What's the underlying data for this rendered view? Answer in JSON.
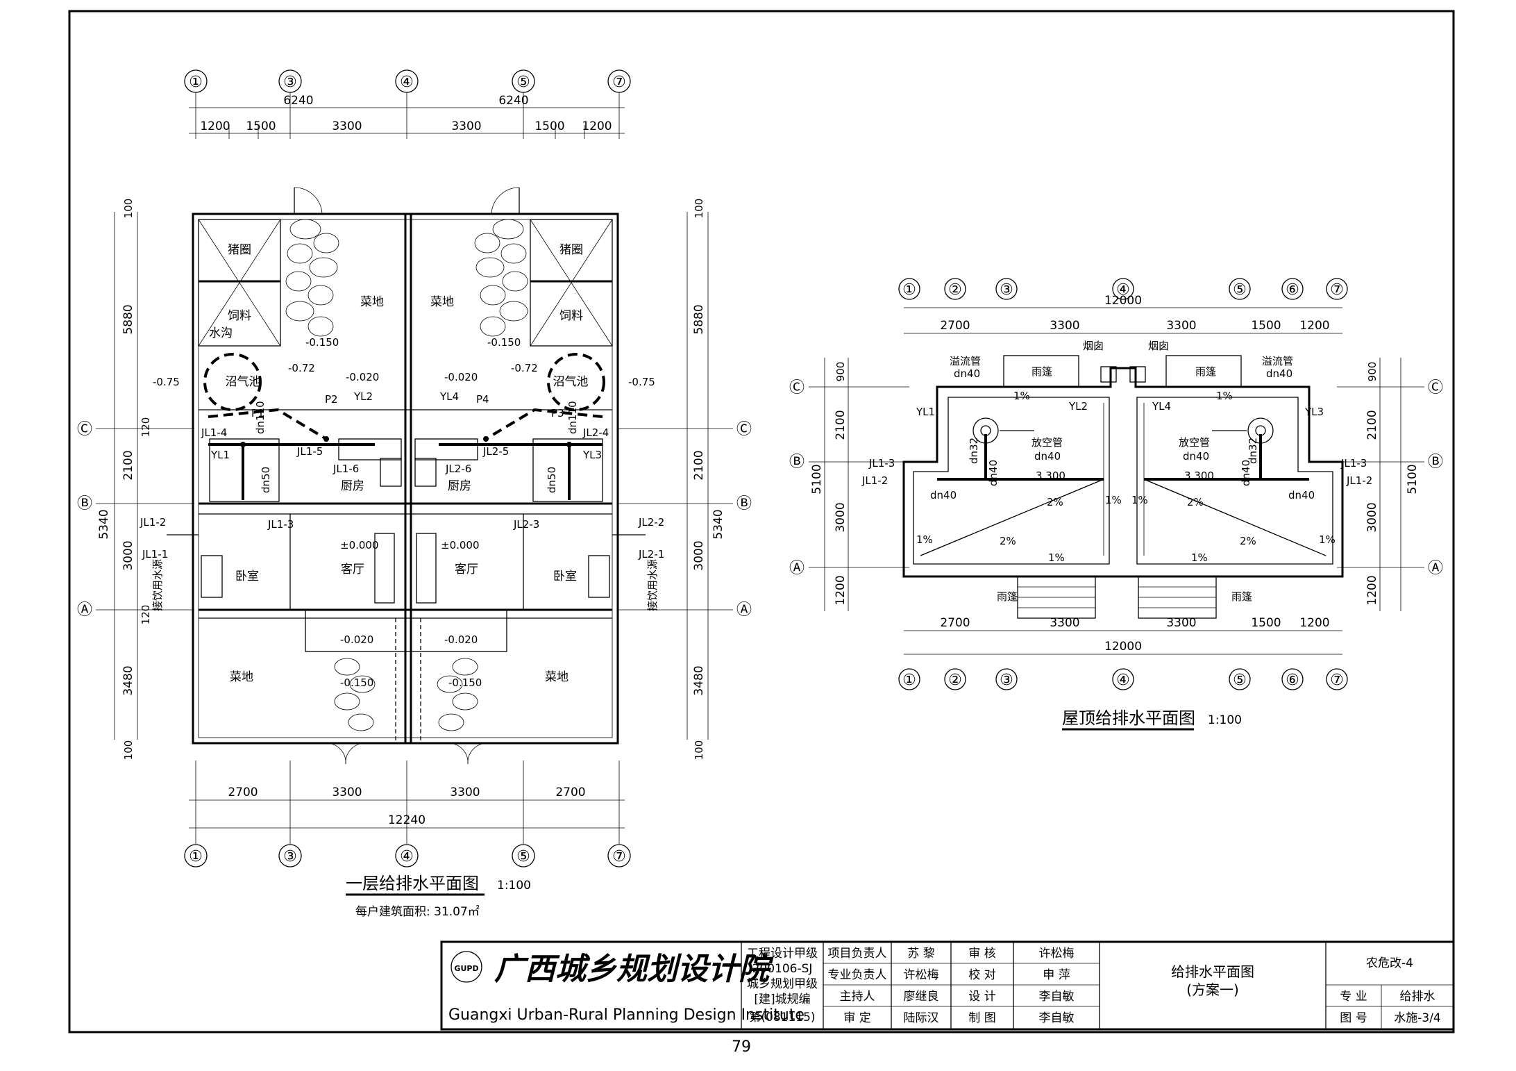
{
  "plan1": {
    "title": "一层给排水平面图",
    "scale": "1:100",
    "area_note": "每户建筑面积: 31.07㎡",
    "axes_top": [
      "①",
      "③",
      "④",
      "⑤",
      "⑦"
    ],
    "axes_side": [
      "Ⓒ",
      "Ⓑ",
      "Ⓐ"
    ],
    "dims_top_total": [
      "6240",
      "6240"
    ],
    "dims_top": [
      "1200",
      "1500",
      "3300",
      "3300",
      "1500",
      "1200"
    ],
    "dims_bottom": [
      "2700",
      "3300",
      "3300",
      "2700"
    ],
    "dims_bottom_total": "12240",
    "dims_left": [
      "100",
      "5880",
      "120",
      "2100",
      "5340",
      "3000",
      "120",
      "3480",
      "100"
    ],
    "rooms": {
      "pigpen": "猪圈",
      "feed": "饲料",
      "ditch": "水沟",
      "biogas": "沼气池",
      "garden": "菜地",
      "kitchen": "厨房",
      "living": "客厅",
      "bedroom": "卧室"
    },
    "labels": {
      "el_m075": "-0.75",
      "el_m0150": "-0.150",
      "el_m072": "-0.72",
      "el_m0020": "-0.020",
      "el_0000": "±0.000",
      "p1": "P1",
      "p2": "P2",
      "p3": "P3",
      "p4": "P4",
      "yl1": "YL1",
      "yl2": "YL2",
      "yl3": "YL3",
      "yl4": "YL4",
      "jl1_1": "JL1-1",
      "jl1_2": "JL1-2",
      "jl1_3": "JL1-3",
      "jl1_4": "JL1-4",
      "jl1_5": "JL1-5",
      "jl1_6": "JL1-6",
      "jl2_1": "JL2-1",
      "jl2_2": "JL2-2",
      "jl2_3": "JL2-3",
      "jl2_4": "JL2-4",
      "jl2_5": "JL2-5",
      "jl2_6": "JL2-6",
      "dn50": "dn50",
      "dn110": "dn110",
      "water_src": "接饮用水源"
    }
  },
  "plan2": {
    "title": "屋顶给排水平面图",
    "scale": "1:100",
    "axes": [
      "①",
      "②",
      "③",
      "④",
      "⑤",
      "⑥",
      "⑦"
    ],
    "axes_side": [
      "Ⓒ",
      "Ⓑ",
      "Ⓐ"
    ],
    "dims_total": "12000",
    "dims": [
      "2700",
      "3300",
      "3300",
      "1500",
      "1200"
    ],
    "dims_side": [
      "900",
      "2100",
      "5100",
      "3000",
      "1200"
    ],
    "labels": {
      "overflow": "溢流管",
      "dn40": "dn40",
      "dn32": "dn32",
      "chimney": "烟囱",
      "canopy": "雨篷",
      "vent": "放空管",
      "el_3300": "3.300",
      "slope2": "2%",
      "slope1": "1%",
      "yl1": "YL1",
      "yl2": "YL2",
      "yl3": "YL3",
      "yl4": "YL4",
      "jl1_2": "JL1-2",
      "jl1_3": "JL1-3"
    }
  },
  "title_block": {
    "institute_cn": "广西城乡规划设计院",
    "institute_en": "Guangxi Urban-Rural Planning Design Institute",
    "logo_text": "GUPD",
    "cert": [
      "工程设计甲级",
      "200106-SJ",
      "城乡规划甲级",
      "[建]城规编",
      "第(081115)"
    ],
    "roles": [
      [
        "项目负责人",
        "苏  黎",
        "审  核",
        "许松梅"
      ],
      [
        "专业负责人",
        "许松梅",
        "校  对",
        "申  萍"
      ],
      [
        "主持人",
        "廖继良",
        "设  计",
        "李自敏"
      ],
      [
        "审  定",
        "陆际汉",
        "制  图",
        "李自敏"
      ]
    ],
    "drawing_title": "给排水平面图",
    "drawing_subtitle": "(方案一)",
    "project": "农危改-4",
    "discipline_label": "专  业",
    "discipline": "给排水",
    "sheet_label": "图  号",
    "sheet": "水施-3/4"
  },
  "page_number": "79"
}
